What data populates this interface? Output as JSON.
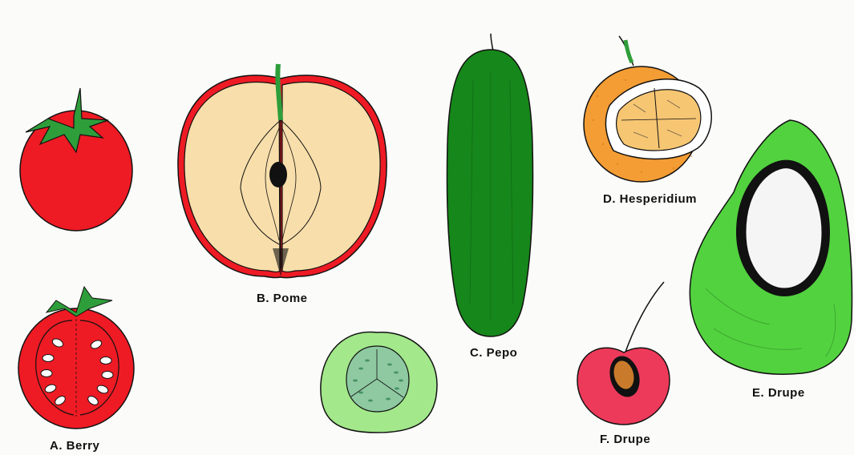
{
  "labels": {
    "berry": "A.  Berry",
    "pome": "B.  Pome",
    "pepo": "C.  Pepo",
    "hesperidium": "D.  Hesperidium",
    "drupe_e": "E.  Drupe",
    "drupe_f": "F.  Drupe"
  }
}
